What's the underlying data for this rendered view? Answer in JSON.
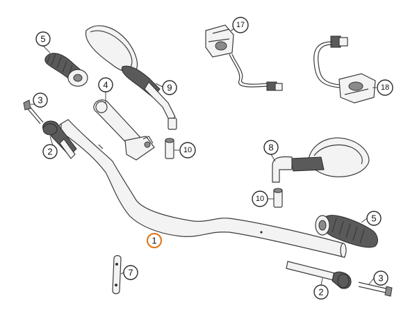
{
  "callouts": {
    "c1": "1",
    "c2a": "2",
    "c2b": "2",
    "c3a": "3",
    "c3b": "3",
    "c4": "4",
    "c5a": "5",
    "c5b": "5",
    "c7": "7",
    "c8": "8",
    "c9": "9",
    "c10a": "10",
    "c10b": "10",
    "c17": "17",
    "c18": "18"
  },
  "colors": {
    "highlight": "#e07a1f",
    "outline": "#2a2a2a"
  }
}
